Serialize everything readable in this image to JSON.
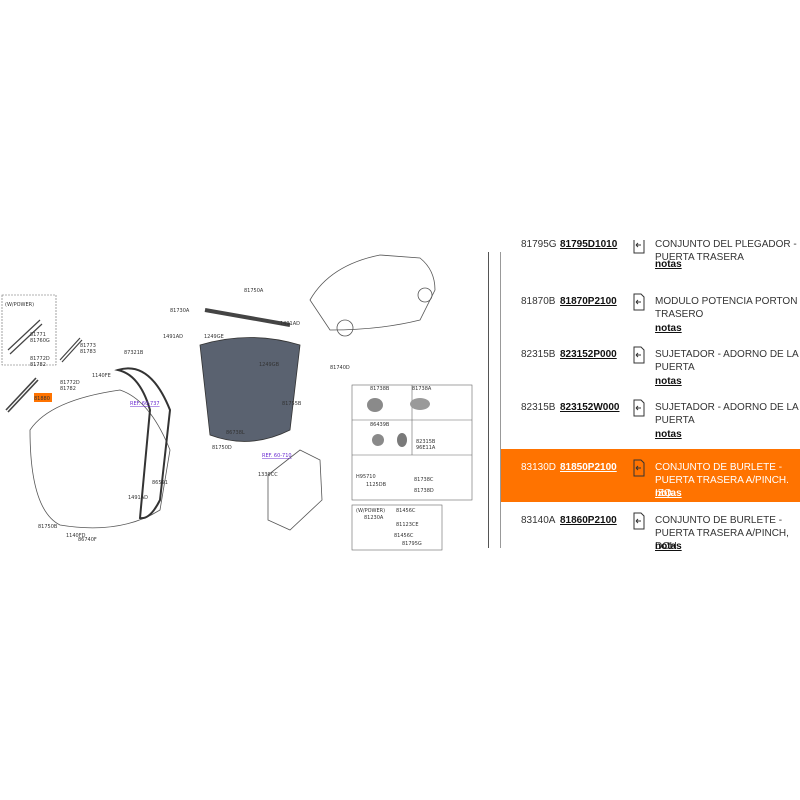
{
  "diagram": {
    "option_labels": [
      "(W/POWER)",
      "(W/POWER)"
    ],
    "refs": [
      "REF. 60-737",
      "REF. 60-710"
    ],
    "callouts": [
      "81771",
      "81760G",
      "81772D",
      "81782",
      "81773",
      "81783",
      "1140FE",
      "81772D",
      "81782",
      "87321B",
      "81730A",
      "81750A",
      "1491AD",
      "1249GE",
      "1491AD",
      "1249GB",
      "81740D",
      "81755B",
      "86591",
      "1491AD",
      "81750B",
      "86738L",
      "81750D",
      "1339CC",
      "81738B",
      "81738A",
      "86439B",
      "82315B",
      "96E11A",
      "H95710",
      "1125DB",
      "81738C",
      "81738D",
      "81456C",
      "81230A",
      "81123CE",
      "81456C",
      "81795G",
      "1140FD",
      "86740F",
      "81880"
    ]
  },
  "parts": [
    {
      "pos": "81795G",
      "pn": "81795D1010",
      "desc": "CONJUNTO DEL PLEGADOR - PUERTA TRASERA",
      "notes": "notas",
      "highlight": false
    },
    {
      "pos": "81870B",
      "pn": "81870P2100",
      "desc": "MODULO POTENCIA PORTON TRASERO",
      "notes": "notas",
      "highlight": false
    },
    {
      "pos": "82315B",
      "pn": "823152P000",
      "desc": "SUJETADOR - ADORNO DE LA PUERTA",
      "notes": "notas",
      "highlight": false
    },
    {
      "pos": "82315B",
      "pn": "823152W000",
      "desc": "SUJETADOR - ADORNO DE LA PUERTA",
      "notes": "notas",
      "highlight": false
    },
    {
      "pos": "83130D",
      "pn": "81850P2100",
      "desc": "CONJUNTO DE BURLETE - PUERTA TRASERA A/PINCH. IZQ.",
      "notes": "notas",
      "highlight": true
    },
    {
      "pos": "83140A",
      "pn": "81860P2100",
      "desc": "CONJUNTO DE BURLETE - PUERTA TRASERA A/PINCH, DCH.",
      "notes": "notas",
      "highlight": false
    }
  ],
  "colors": {
    "highlight": "#ff7300",
    "ref_link": "#6a2bd0"
  }
}
